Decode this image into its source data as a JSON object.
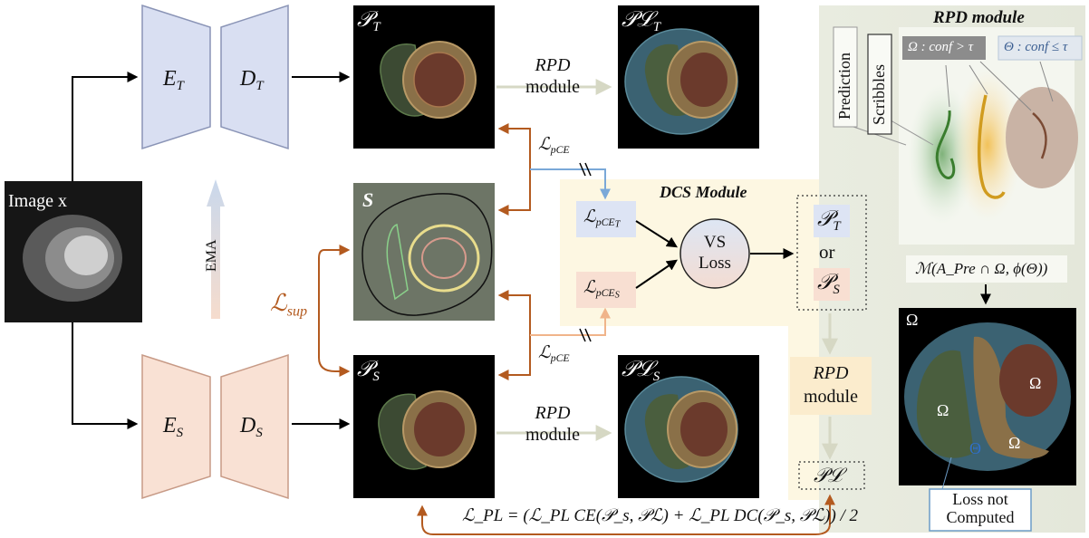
{
  "input": {
    "label": "Image x"
  },
  "teacher": {
    "encoder": "E",
    "encoder_sub": "T",
    "decoder": "D",
    "decoder_sub": "T"
  },
  "student": {
    "encoder": "E",
    "encoder_sub": "S",
    "decoder": "D",
    "decoder_sub": "S"
  },
  "ema_label": "EMA",
  "panels": {
    "pt": "𝒫",
    "pt_sub": "T",
    "plt": "𝒫ℒ",
    "plt_sub": "T",
    "s": "S",
    "ps": "𝒫",
    "ps_sub": "S",
    "pls": "𝒫ℒ",
    "pls_sub": "S"
  },
  "rpd_top": {
    "line1": "RPD",
    "line2": "module"
  },
  "rpd_bottom": {
    "line1": "RPD",
    "line2": "module"
  },
  "rpd_right": {
    "line1": "RPD",
    "line2": "module"
  },
  "loss": {
    "sup": "ℒ",
    "sup_sub": "sup",
    "pce_top": "ℒ",
    "pce_top_sub": "pCE",
    "pce_bottom": "ℒ",
    "pce_bottom_sub": "pCE",
    "pl_formula": "ℒ_PL = (ℒ_PL CE(𝒫_s, 𝒫ℒ) + ℒ_PL DC(𝒫_s, 𝒫ℒ)) / 2"
  },
  "dcs": {
    "title": "DCS Module",
    "in_t": "ℒ",
    "in_t_sub": "pCE",
    "in_t_sub2": "T",
    "in_s": "ℒ",
    "in_s_sub": "pCE",
    "in_s_sub2": "S",
    "vs_line1": "VS",
    "vs_line2": "Loss",
    "out_t": "𝒫",
    "out_t_sub": "T",
    "or": "or",
    "out_s": "𝒫",
    "out_s_sub": "S",
    "pl": "𝒫ℒ"
  },
  "rpd_panel": {
    "title": "RPD module",
    "prediction": "Prediction",
    "scribbles": "Scribbles",
    "omega_legend": "Ω : conf > τ",
    "theta_legend": "Θ : conf ≤ τ",
    "formula": "ℳ(A_Pre ∩ Ω, ϕ(Θ))",
    "omega_panel": "Ω",
    "omega1": "Ω",
    "omega2": "Ω",
    "omega3": "Ω",
    "theta": "Θ",
    "loss_note_line1": "Loss not",
    "loss_note_line2": "Computed"
  },
  "colors": {
    "teacher_fill": "#d9dff2",
    "student_fill": "#f9e1d4",
    "orange_arrow": "#b35a1f",
    "blue_arrow": "#7aa8d8",
    "peach_arrow": "#f0b48a",
    "gray_arrow": "#d6d8c4",
    "dcs_bg": "#fdf7e2"
  }
}
